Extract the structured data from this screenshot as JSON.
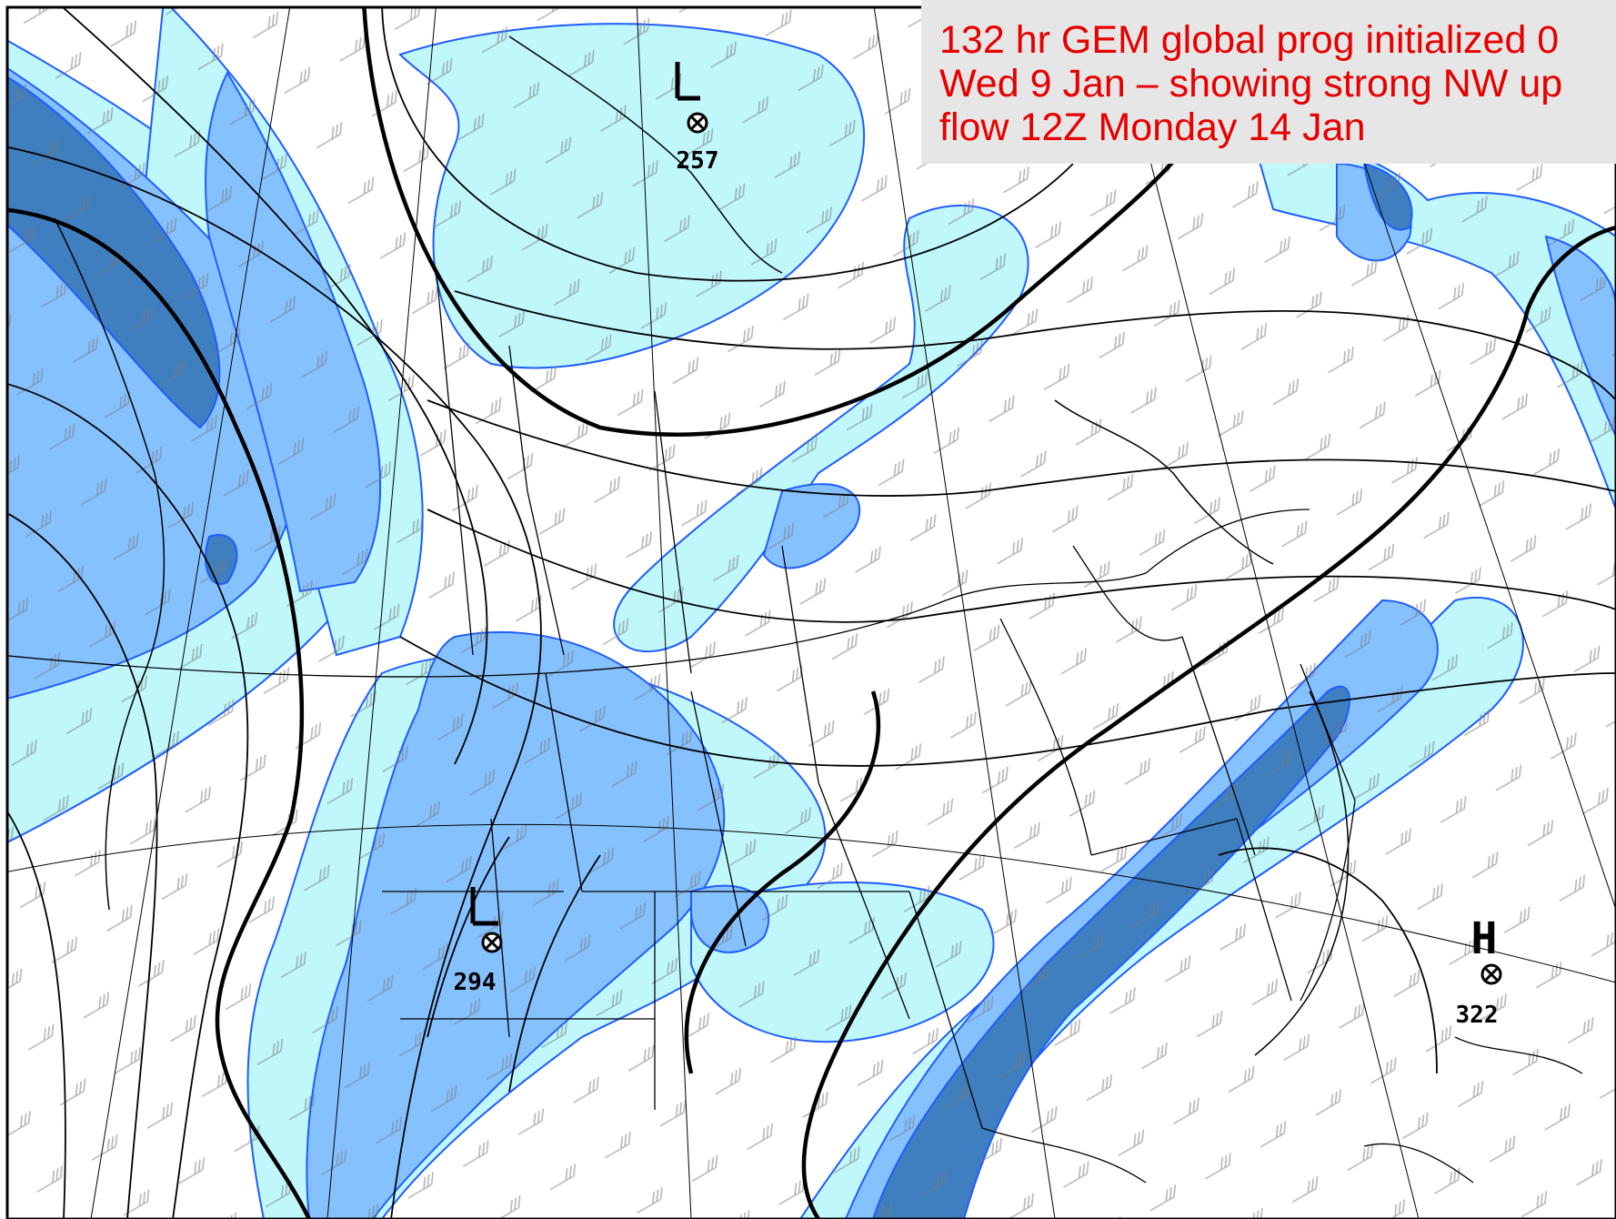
{
  "annotation": {
    "lines": [
      "132 hr GEM global prog initialized 0",
      "Wed 9 Jan – showing strong NW up",
      "flow 12Z Monday 14 Jan"
    ]
  },
  "markers": [
    {
      "kind": "low",
      "letter": "L",
      "value": "257"
    },
    {
      "kind": "low",
      "letter": "L",
      "value": "294"
    },
    {
      "kind": "high",
      "letter": "H",
      "value": "322"
    }
  ],
  "colors": {
    "shade_light": "#bff7fb",
    "shade_medium": "#86c1ff",
    "shade_dark": "#3f7ebf",
    "contour_edge": "#1f5cff",
    "barb": "#7a7a7a",
    "boundary": "#000000",
    "annotation_text": "#e60000",
    "annotation_bg": "#e6e6e6"
  }
}
